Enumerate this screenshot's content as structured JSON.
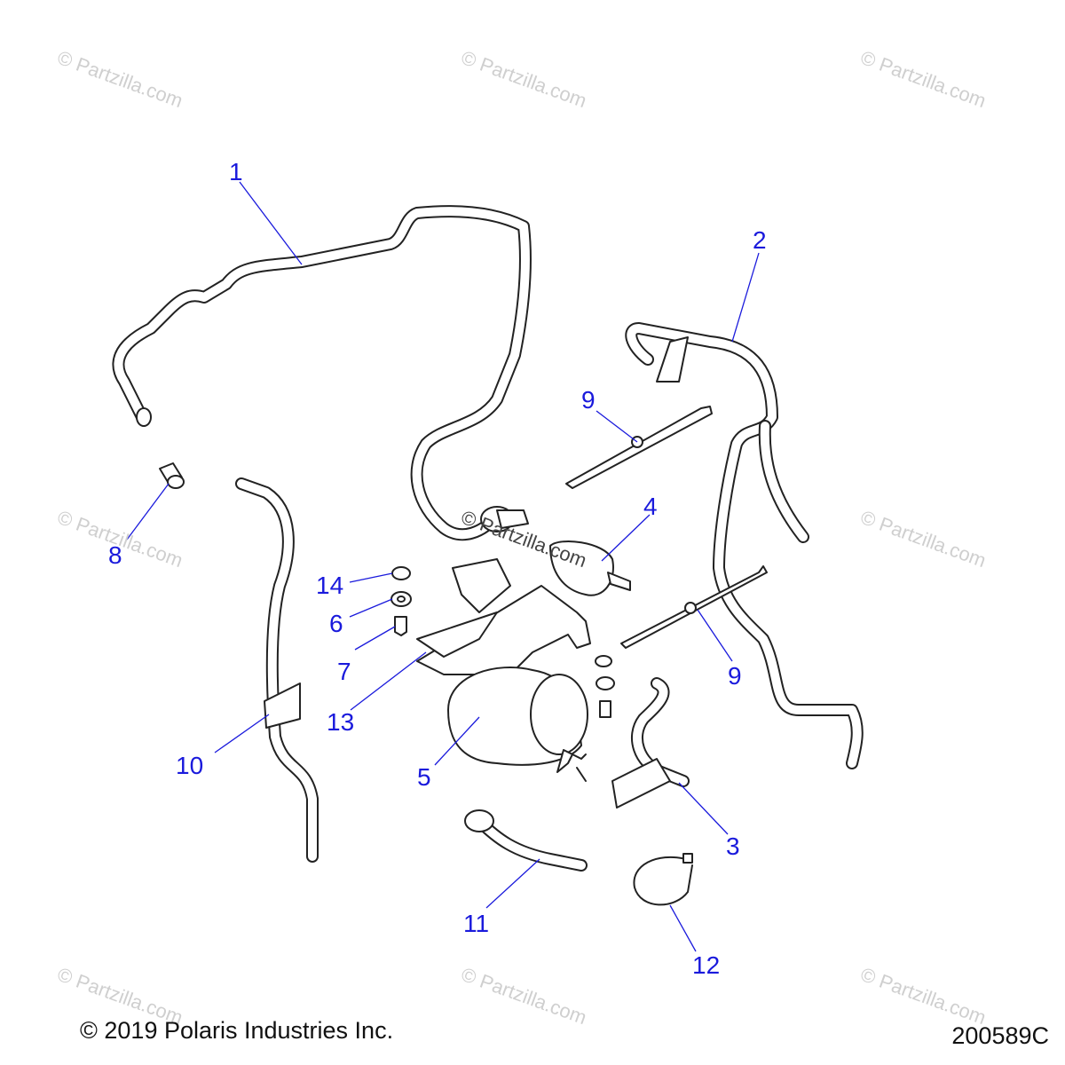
{
  "watermark": "© Partzilla.com",
  "callouts": {
    "c1": "1",
    "c2": "2",
    "c3": "3",
    "c4": "4",
    "c5": "5",
    "c6": "6",
    "c7": "7",
    "c8": "8",
    "c9a": "9",
    "c9b": "9",
    "c10": "10",
    "c11": "11",
    "c12": "12",
    "c13": "13",
    "c14": "14"
  },
  "footer": {
    "copyright": "© 2019 Polaris Industries Inc.",
    "diagram_id": "200589C"
  },
  "colors": {
    "callout": "#1a1adc",
    "line": "#222222",
    "watermark": "#cfcfcf"
  }
}
